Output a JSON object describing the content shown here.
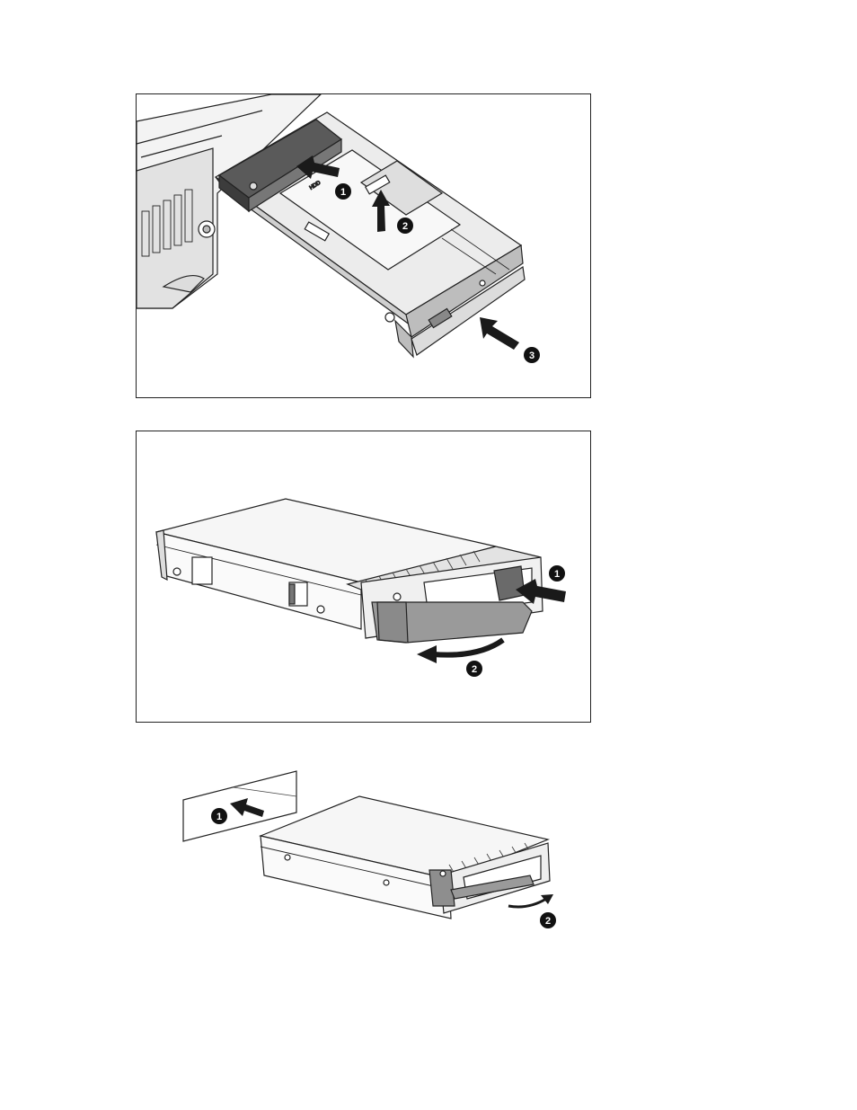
{
  "figures": [
    {
      "callouts": [
        "1",
        "2",
        "3"
      ]
    },
    {
      "callouts": [
        "1",
        "2"
      ]
    },
    {
      "callouts": [
        "1",
        "2"
      ]
    }
  ],
  "icons": [
    "arrow-icon",
    "curved-arrow-icon",
    "callout-badge-icon"
  ],
  "colors": {
    "line": "#222222",
    "shade": "#555555",
    "light": "#e6e6e6",
    "mid": "#9a9a9a"
  }
}
